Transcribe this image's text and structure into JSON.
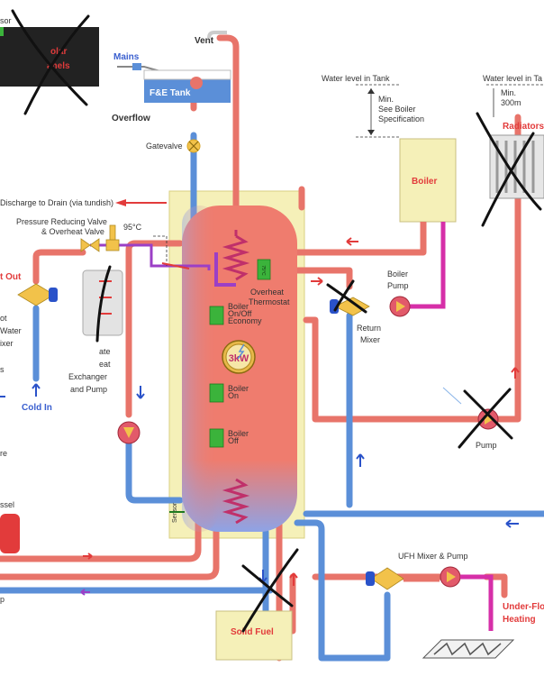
{
  "labels": {
    "sensor_top": "sor",
    "solar_panels_1": "olar",
    "solar_panels_2": "anels",
    "mains": "Mains",
    "vent": "Vent",
    "fe_tank": "F&E Tank",
    "overflow": "Overflow",
    "gatevalve": "Gatevalve",
    "water_level_1": "Water level in Tank",
    "min_see_1": "Min.",
    "min_see_2": "See Boiler",
    "min_see_3": "Specification",
    "water_level_2": "Water level in Ta",
    "min_300_1": "Min.",
    "min_300_2": "300m",
    "radiators": "Radiators",
    "boiler": "Boiler",
    "discharge": "Discharge to Drain (via tundish)",
    "prv_1": "Pressure Reducing Valve",
    "prv_2": "& Overheat Valve",
    "temp_95": "95°C",
    "hot_out": "t Out",
    "hot_water_mixer_1": "ot",
    "hot_water_mixer_2": "Water",
    "hot_water_mixer_3": "ixer",
    "plate_heat_1": "ate",
    "plate_heat_2": "eat",
    "plate_heat_3": "Exchanger",
    "plate_heat_4": "and Pump",
    "cold_in": "Cold In",
    "left_s": "s",
    "left_re": "re",
    "vessel": "ssel",
    "left_p": "p",
    "overheat_1": "Overheat",
    "overheat_2": "Thermostat",
    "boiler_pump_1": "Boiler",
    "boiler_pump_2": "Pump",
    "return_mixer_1": "Return",
    "return_mixer_2": "Mixer",
    "boiler_onoff_1": "Boiler",
    "boiler_onoff_2": "On/Off",
    "boiler_onoff_3": "Economy",
    "kw": "3kW",
    "boiler_on_1": "Boiler",
    "boiler_on_2": "On",
    "boiler_off_1": "Boiler",
    "boiler_off_2": "Off",
    "thermostat_temp": "75°C",
    "pump": "Pump",
    "sensor": "Sensor",
    "ufh_mixer": "UFH Mixer & Pump",
    "under_floor_1": "Under-Flo",
    "under_floor_2": "Heating",
    "solid_fuel": "Solid Fuel"
  },
  "colors": {
    "hot_pipe": "#e8746a",
    "cold_pipe": "#5b8fd8",
    "tank_red": "#ef7c6e",
    "tank_blue": "#8ea3e6",
    "cream": "#f5f0b8",
    "coil": "#c0306a",
    "purple": "#9b3fc6",
    "magenta": "#d62fa8",
    "mixer_yellow": "#f2c24a",
    "green": "#3bb33b",
    "pump_red": "#e25a6a",
    "cross": "#111111"
  }
}
